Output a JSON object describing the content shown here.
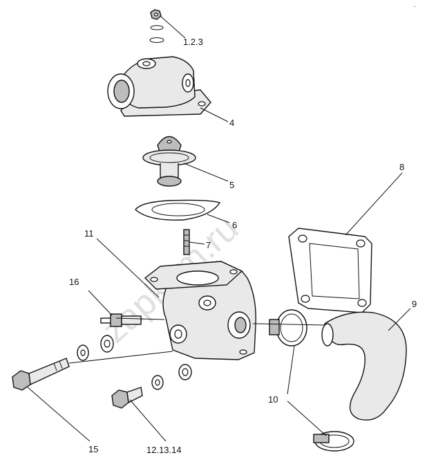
{
  "callouts": {
    "c_1_2_3": "1.2.3",
    "c_4": "4",
    "c_5": "5",
    "c_6": "6",
    "c_7": "7",
    "c_8": "8",
    "c_9": "9",
    "c_10": "10",
    "c_11": "11",
    "c_12_13_14": "12.13.14",
    "c_15": "15",
    "c_16": "16"
  },
  "watermark": "zapkam.ru",
  "corner_mark": "~"
}
